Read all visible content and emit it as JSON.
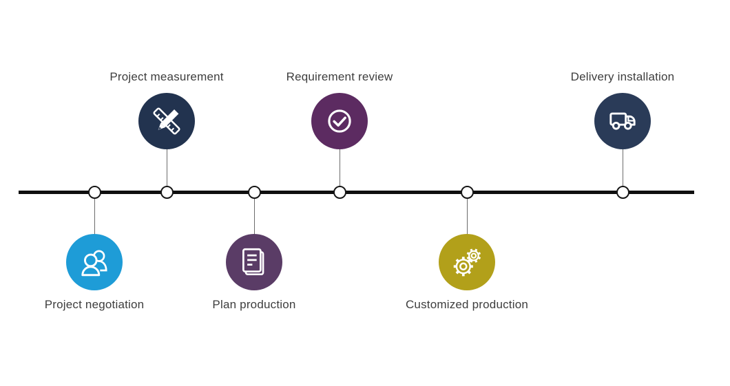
{
  "diagram": {
    "type": "process-timeline",
    "background_color": "#ffffff",
    "timeline_color": "#0f0f0f",
    "node_fill": "#ffffff",
    "node_border_color": "#161616",
    "connector_color": "#6b6b6b",
    "label_color": "#3d3d3d",
    "icon_stroke_color": "#ffffff"
  },
  "steps": [
    {
      "label": "Project negotiation",
      "icon": "people-icon",
      "color": "#1e9cd7",
      "side": "below"
    },
    {
      "label": "Project measurement",
      "icon": "ruler-pencil-icon",
      "color": "#22334f",
      "side": "above"
    },
    {
      "label": "Plan production",
      "icon": "documents-icon",
      "color": "#5a3c66",
      "side": "below"
    },
    {
      "label": "Requirement review",
      "icon": "check-circle-icon",
      "color": "#5c2b61",
      "side": "above"
    },
    {
      "label": "Customized production",
      "icon": "gears-icon",
      "color": "#b2a01a",
      "side": "below"
    },
    {
      "label": "Delivery installation",
      "icon": "truck-icon",
      "color": "#2a3b58",
      "side": "above"
    }
  ]
}
